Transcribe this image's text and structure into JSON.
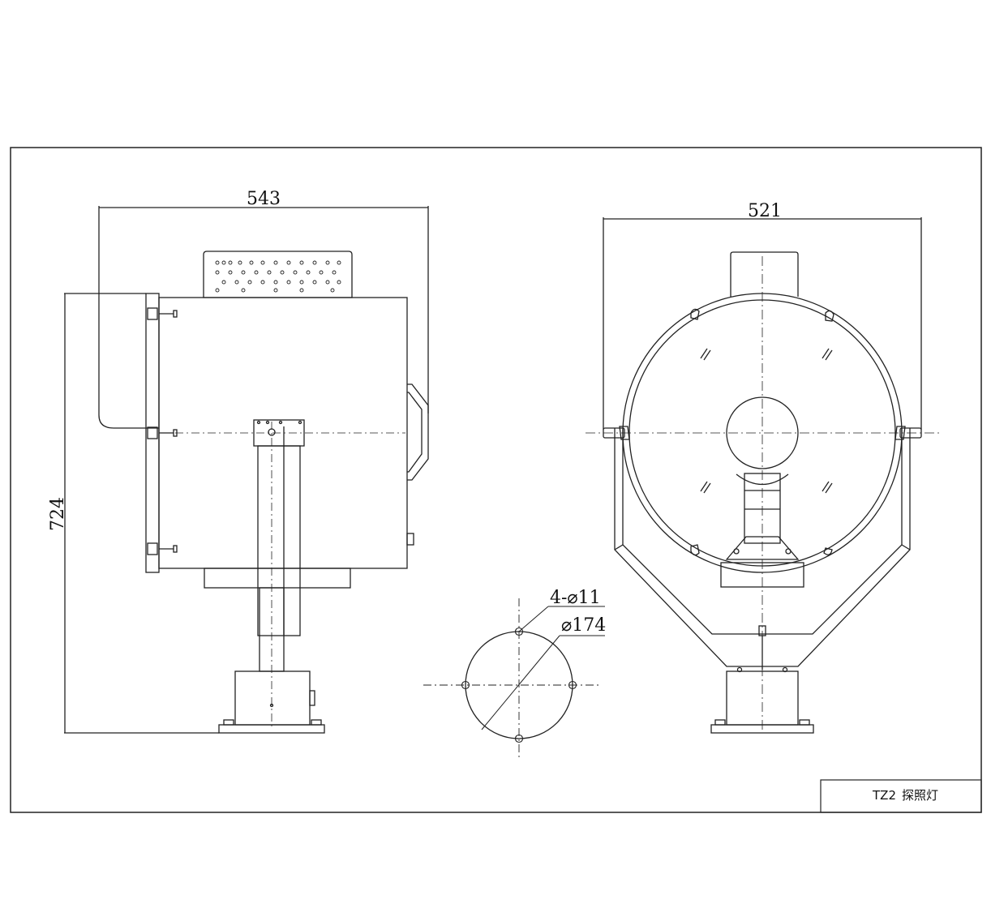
{
  "side_view": {
    "width_dimension": "543",
    "height_dimension": "724"
  },
  "front_view": {
    "width_dimension": "521"
  },
  "base_plate_detail": {
    "hole_callout": "4-⌀11",
    "circle_callout": "⌀174"
  },
  "title_block": {
    "model": "TZ2",
    "name": "探照灯"
  },
  "colors": {
    "line": "#222222",
    "background": "#ffffff"
  }
}
